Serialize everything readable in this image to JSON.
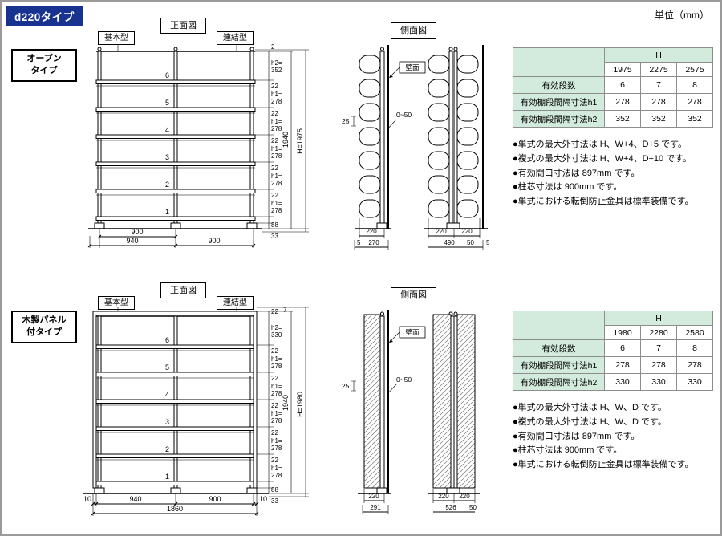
{
  "header": {
    "badge": "d220タイプ",
    "unit": "単位（mm）"
  },
  "open": {
    "type_label": [
      "オープン",
      "タイプ"
    ],
    "front_view_label": "正面図",
    "side_view_label": "側面図",
    "basic_label": "基本型",
    "joint_label": "連結型",
    "shelf_numbers": [
      "6",
      "5",
      "4",
      "3",
      "2",
      "1"
    ],
    "front_dims": {
      "top_gap": "2",
      "h2_label": "h2=",
      "h2_value": "352",
      "shelf_thickness": "22",
      "h1_label": "h1=",
      "h1_value": "278",
      "base_height": "88",
      "floor_height": "33",
      "inner_height": "1940",
      "total_height": "H=1975",
      "bay_pitch": "900",
      "basic_width": "940",
      "joint_width": "900"
    },
    "side_dims": {
      "wall_label": "壁面",
      "wall_gap_range": "0~50",
      "pitch": "25",
      "single_depth": "220",
      "single_gap": "5",
      "single_total": "270",
      "double_depth_front": "220",
      "double_depth_back": "220",
      "double_total": "490",
      "center_gap": "50",
      "wall_gap": "5"
    },
    "table": {
      "h_header": "H",
      "h_values": [
        "1975",
        "2275",
        "2575"
      ],
      "rows": [
        {
          "label": "有効段数",
          "values": [
            "6",
            "7",
            "8"
          ]
        },
        {
          "label": "有効棚段間隔寸法h1",
          "values": [
            "278",
            "278",
            "278"
          ]
        },
        {
          "label": "有効棚段間隔寸法h2",
          "values": [
            "352",
            "352",
            "352"
          ]
        }
      ]
    },
    "notes": [
      "●単式の最大外寸法は H、W+4、D+5 です。",
      "●複式の最大外寸法は H、W+4、D+10 です。",
      "●有効間口寸法は 897mm です。",
      "●柱芯寸法は 900mm です。",
      "●単式における転倒防止金具は標準装備です。"
    ]
  },
  "panel": {
    "type_label": [
      "木製パネル",
      "付タイプ"
    ],
    "front_view_label": "正面図",
    "side_view_label": "側面図",
    "basic_label": "基本型",
    "joint_label": "連結型",
    "shelf_numbers": [
      "6",
      "5",
      "4",
      "3",
      "2",
      "1"
    ],
    "front_dims": {
      "top_gap": "7",
      "top_panel_thickness": "22",
      "h2_label": "h2=",
      "h2_value": "330",
      "shelf_thickness": "22",
      "h1_label": "h1=",
      "h1_value": "278",
      "base_height": "88",
      "floor_height": "33",
      "inner_height": "1940",
      "total_height": "H=1980",
      "panel_thickness_left": "10",
      "panel_thickness_right": "10",
      "basic_width": "940",
      "joint_width": "900",
      "total_width": "1860"
    },
    "side_dims": {
      "wall_label": "壁面",
      "wall_gap_range": "0~50",
      "pitch": "25",
      "single_depth": "220",
      "single_total": "291",
      "double_depth_front": "220",
      "double_depth_back": "220",
      "double_total": "526",
      "center_gap": "50"
    },
    "table": {
      "h_header": "H",
      "h_values": [
        "1980",
        "2280",
        "2580"
      ],
      "rows": [
        {
          "label": "有効段数",
          "values": [
            "6",
            "7",
            "8"
          ]
        },
        {
          "label": "有効棚段間隔寸法h1",
          "values": [
            "278",
            "278",
            "278"
          ]
        },
        {
          "label": "有効棚段間隔寸法h2",
          "values": [
            "330",
            "330",
            "330"
          ]
        }
      ]
    },
    "notes": [
      "●単式の最大外寸法は H、W、D です。",
      "●複式の最大外寸法は H、W、D です。",
      "●有効間口寸法は 897mm です。",
      "●柱芯寸法は 900mm です。",
      "●単式における転倒防止金具は標準装備です。"
    ]
  }
}
